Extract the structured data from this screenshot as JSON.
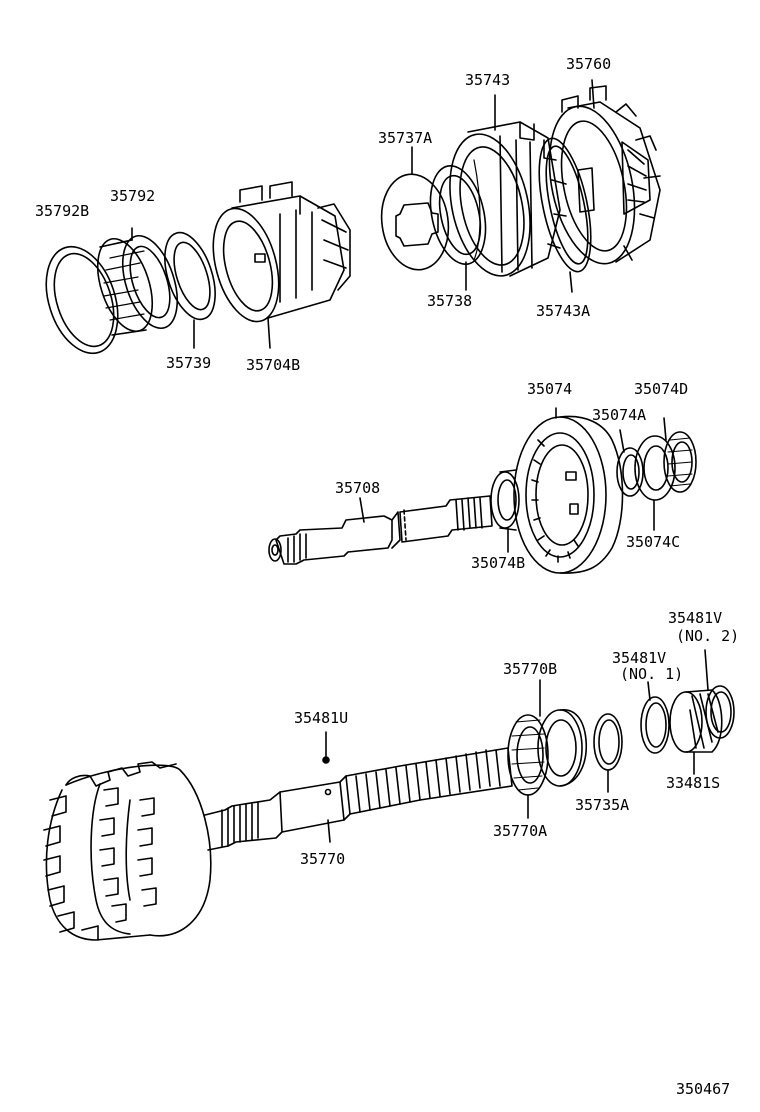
{
  "labels": {
    "p35792B": "35792B",
    "p35792": "35792",
    "p35739": "35739",
    "p35704B": "35704B",
    "p35737A": "35737A",
    "p35743": "35743",
    "p35760": "35760",
    "p35738": "35738",
    "p35743A": "35743A",
    "p35074": "35074",
    "p35074D": "35074D",
    "p35074A": "35074A",
    "p35708": "35708",
    "p35074B": "35074B",
    "p35074C": "35074C",
    "p35481V2": "35481V",
    "p35481V2_note": "(NO. 2)",
    "p35481V1": "35481V",
    "p35481V1_note": "(NO. 1)",
    "p35770B": "35770B",
    "p35481U": "35481U",
    "p35770": "35770",
    "p35770A": "35770A",
    "p35735A": "35735A",
    "p33481S": "33481S"
  },
  "figure_number": "350467",
  "line_color": "#000000",
  "background": "#ffffff"
}
